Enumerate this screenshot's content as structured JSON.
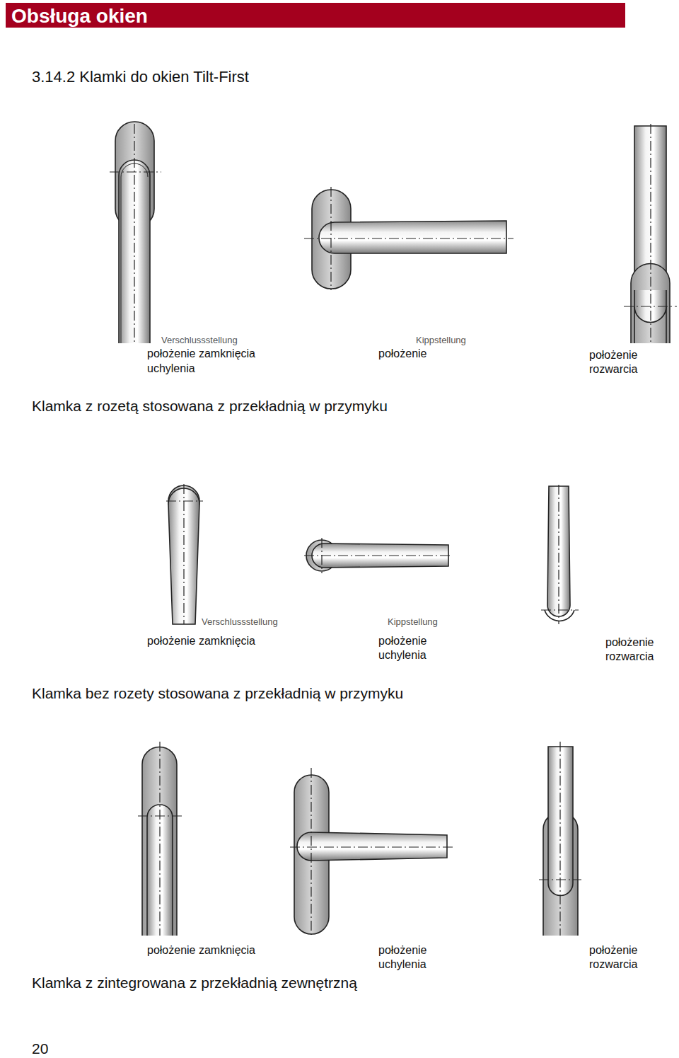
{
  "diagram": {
    "title": "3.14.2 Klamki do okien Tilt-First",
    "labels": [
      "Obsługa okien",
      "Verschlussstellung",
      "Kippstellung",
      "położenie zamknięcia",
      "uchylenia",
      "położenie",
      "położenie rozwarcia",
      "Klamka z rozetą stosowana z przekładnią w przymyku",
      "Verschlussstellung",
      "Kippstellung",
      "położenie zamknięcia",
      "położenie uchylenia",
      "położenie rozwarcia",
      "Klamka bez rozety stosowana z przekładnią w przymyku",
      "położenie zamknięcia",
      "położenie uchylenia",
      "położenie rozwarcia",
      "Klamka z zintegrowana z przekładnią zewnętrzną",
      "20"
    ]
  }
}
